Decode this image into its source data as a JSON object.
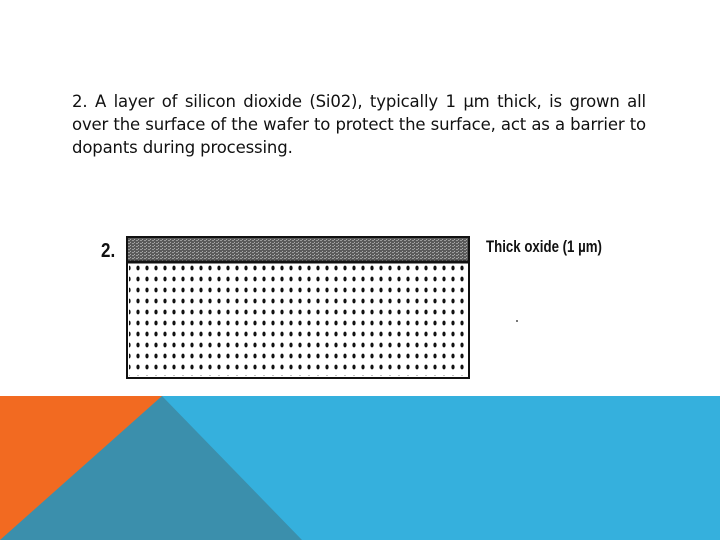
{
  "slide": {
    "body_text": "2. A layer of silicon dioxide (Si02), typically 1 µm thick, is grown all over the surface of the wafer to protect the surface, act as a barrier to dopants during processing."
  },
  "diagram": {
    "step_label": "2.",
    "oxide_label": "Thick oxide  (1 µm)"
  },
  "colors": {
    "orange": "#f26a21",
    "blue": "#35b0dd",
    "dark_teal": "#3b8fac",
    "oxide_gray": "#6e6e6e"
  }
}
